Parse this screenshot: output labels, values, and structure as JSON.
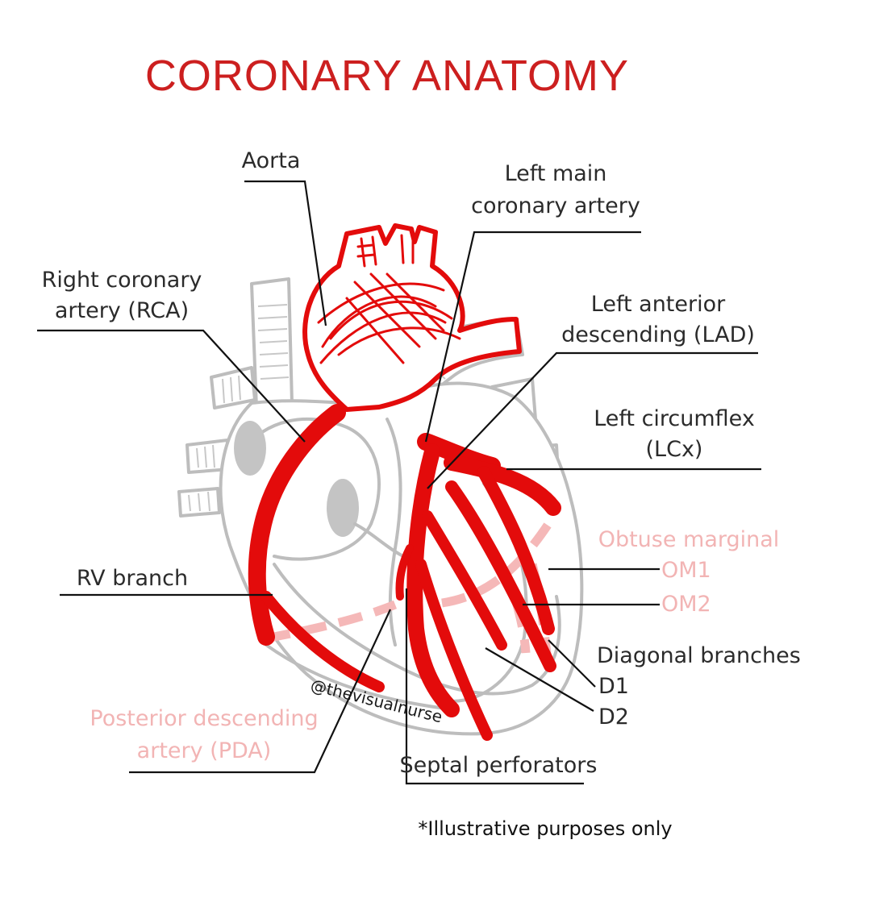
{
  "title": "CORONARY ANATOMY",
  "labels": {
    "aorta": "Aorta",
    "left_main_1": "Left main",
    "left_main_2": "coronary artery",
    "rca_1": "Right coronary",
    "rca_2": "artery (RCA)",
    "lad_1": "Left anterior",
    "lad_2": "descending (LAD)",
    "lcx_1": "Left circumflex",
    "lcx_2": "(LCx)",
    "obtuse_marginal": "Obtuse marginal",
    "om1": "OM1",
    "om2": "OM2",
    "rv_branch": "RV branch",
    "diagonal_branches": "Diagonal branches",
    "d1": "D1",
    "d2": "D2",
    "pda_1": "Posterior descending",
    "pda_2": "artery (PDA)",
    "septal_perforators": "Septal perforators"
  },
  "watermark": "@thevisualnurse",
  "footnote": "*Illustrative purposes only",
  "colors": {
    "artery": "#e30b0b",
    "posterior_artery": "#f5b8b8",
    "heart_outline": "#bdbdbd",
    "title": "#cc1f1f"
  }
}
